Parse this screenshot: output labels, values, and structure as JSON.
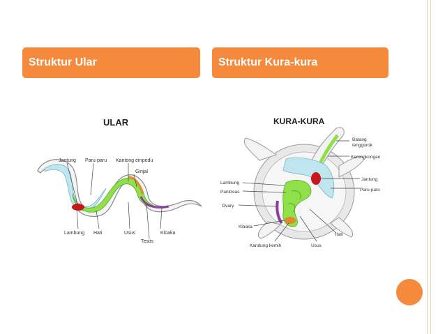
{
  "slide": {
    "header_left": "Struktur Ular",
    "header_right": "Struktur Kura-kura"
  },
  "snake": {
    "title": "ULAR",
    "labels": {
      "jantung": "Jantung",
      "paru": "Paru-paru",
      "kantong": "Kantong empedu",
      "ginjal": "Ginjal",
      "lambung": "Lambung",
      "hati": "Hati",
      "usus": "Usus",
      "testis": "Testis",
      "kloaka": "Kloaka"
    }
  },
  "turtle": {
    "title": "KURA-KURA",
    "labels": {
      "batang": "Batang",
      "tenggorok": "tenggorok",
      "kerongkongan": "Kerongkongan",
      "jantung": "Jantung",
      "paru": "Paru-paru",
      "lambung": "Lambung",
      "pankreas": "Pankreas",
      "ovary": "Ovary",
      "kloaka": "Kloaka",
      "hati": "Hati",
      "kandung": "Kandung kemih",
      "usus": "Usus"
    }
  },
  "colors": {
    "accent": "#f58a3d",
    "organ_green": "#8fe04a",
    "lung_blue": "#bfe6ee",
    "heart_red": "#c8181e",
    "kidney_orange": "#e0882a",
    "testis_purple": "#8a3fa0"
  }
}
